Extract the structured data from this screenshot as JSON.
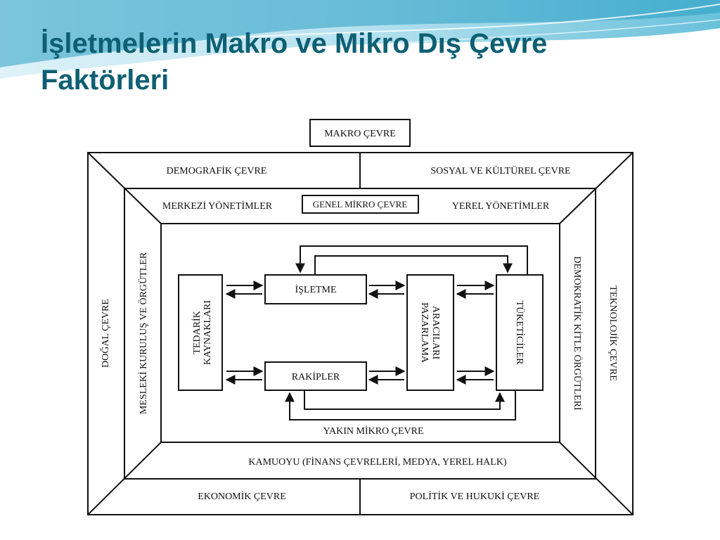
{
  "slide": {
    "title_line1": "İşletmelerin Makro ve Mikro Dış Çevre",
    "title_line2": "Faktörleri"
  },
  "diagram": {
    "makro_cevre": "MAKRO ÇEVRE",
    "demografik": "DEMOGRAFİK ÇEVRE",
    "sosyal_kulturel": "SOSYAL VE KÜLTÜREL ÇEVRE",
    "dogal": "DOĞAL ÇEVRE",
    "teknolojik": "TEKNOLOJİK ÇEVRE",
    "ekonomik": "EKONOMİK ÇEVRE",
    "politik_hukuki": "POLİTİK VE HUKUKİ ÇEVRE",
    "merkezi_yonetimler": "MERKEZİ YÖNETİMLER",
    "genel_mikro_cevre": "GENEL MİKRO ÇEVRE",
    "yerel_yonetimler": "YEREL YÖNETİMLER",
    "mesleki_kurulus": "MESLEKİ KURULUŞ VE ÖRGÜTLER",
    "demokratik_kitle": "DEMOKRATİK KİTLE ÖRGÜTLERİ",
    "kamuoyu": "KAMUOYU (FİNANS ÇEVRELERİ, MEDYA, YEREL HALK)",
    "yakin_mikro_cevre": "YAKIN MİKRO ÇEVRE",
    "isletme": "İŞLETME",
    "rakipler": "RAKİPLER",
    "tedarik_line1": "TEDARİK",
    "tedarik_line2": "KAYNAKLARI",
    "pazarlama_line1": "PAZARLAMA",
    "pazarlama_line2": "ARACILARI",
    "tuketiciler": "TÜKETİCİLER"
  },
  "colors": {
    "title": "#0e5f73",
    "wave_dark": "#2a9fc4",
    "wave_light": "#bfe6f2",
    "line": "#111111"
  }
}
